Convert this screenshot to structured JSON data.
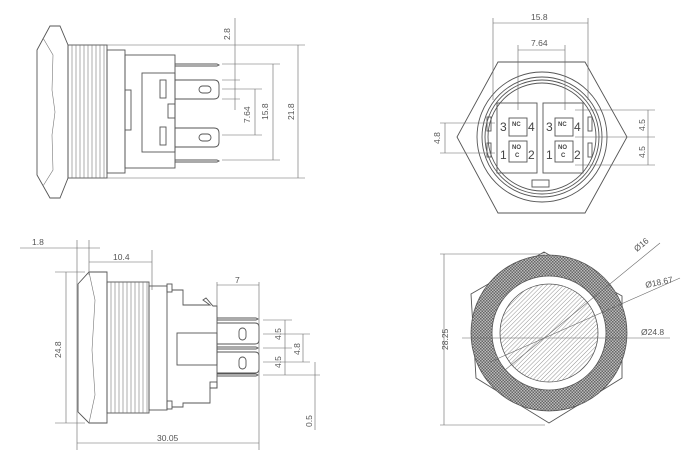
{
  "views": {
    "side_top": {
      "dims": [
        "2.8",
        "7.64",
        "15.8",
        "21.8"
      ]
    },
    "rear": {
      "dims": [
        "15.8",
        "7.64",
        "4.8",
        "4.5",
        "4.5"
      ],
      "pins": [
        "3",
        "4",
        "1",
        "2",
        "3",
        "4",
        "1",
        "2"
      ],
      "contact_labels": [
        "NC",
        "NO",
        "C",
        "NC",
        "NO",
        "C"
      ]
    },
    "side_bottom": {
      "dims": [
        "1.8",
        "10.4",
        "24.8",
        "7",
        "4.5",
        "4.8",
        "4.5",
        "0.5",
        "30.05"
      ]
    },
    "front": {
      "dims": [
        "Ø16",
        "Ø18.67",
        "Ø24.8",
        "28.25"
      ]
    }
  }
}
